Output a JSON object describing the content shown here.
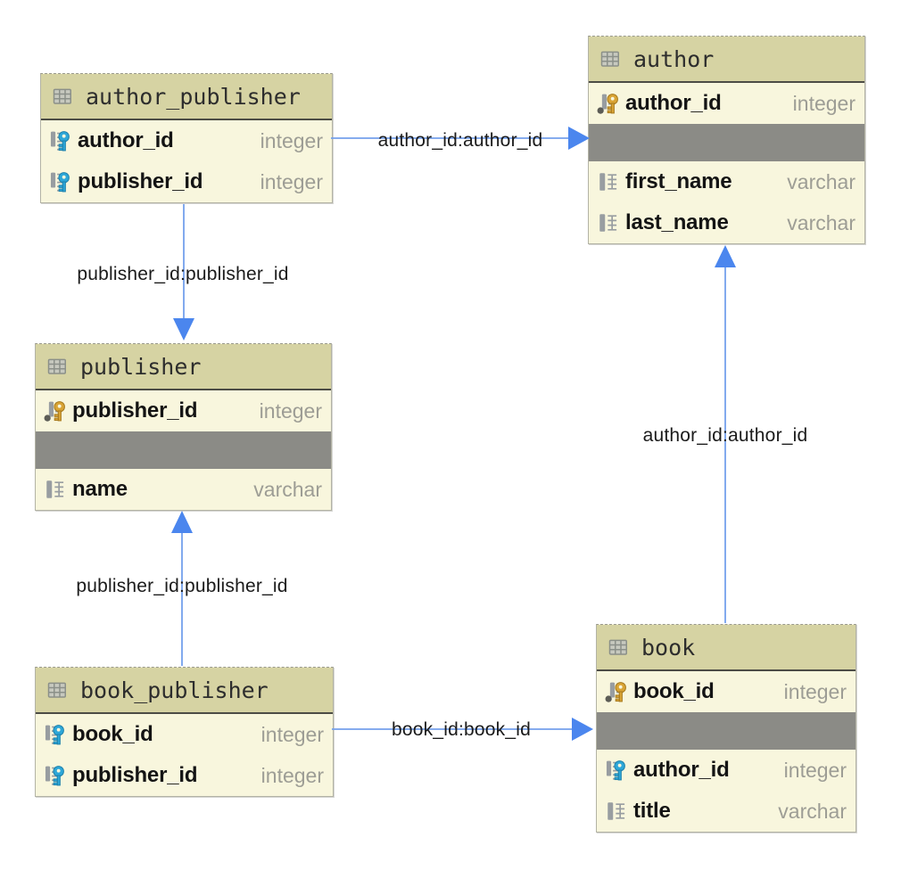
{
  "diagram": {
    "kind": "database-entity-relationship-diagram",
    "tables": [
      {
        "id": "author_publisher",
        "title": "author_publisher",
        "columns": [
          {
            "name": "author_id",
            "type": "integer",
            "icon": "foreign-key"
          },
          {
            "name": "publisher_id",
            "type": "integer",
            "icon": "foreign-key"
          }
        ]
      },
      {
        "id": "author",
        "title": "author",
        "columns": [
          {
            "name": "author_id",
            "type": "integer",
            "icon": "primary-key"
          },
          {
            "name": "first_name",
            "type": "varchar",
            "icon": "column"
          },
          {
            "name": "last_name",
            "type": "varchar",
            "icon": "column"
          }
        ]
      },
      {
        "id": "publisher",
        "title": "publisher",
        "columns": [
          {
            "name": "publisher_id",
            "type": "integer",
            "icon": "primary-key"
          },
          {
            "name": "name",
            "type": "varchar",
            "icon": "column"
          }
        ]
      },
      {
        "id": "book_publisher",
        "title": "book_publisher",
        "columns": [
          {
            "name": "book_id",
            "type": "integer",
            "icon": "foreign-key"
          },
          {
            "name": "publisher_id",
            "type": "integer",
            "icon": "foreign-key"
          }
        ]
      },
      {
        "id": "book",
        "title": "book",
        "columns": [
          {
            "name": "book_id",
            "type": "integer",
            "icon": "primary-key"
          },
          {
            "name": "author_id",
            "type": "integer",
            "icon": "foreign-key"
          },
          {
            "name": "title",
            "type": "varchar",
            "icon": "column"
          }
        ]
      }
    ],
    "relationships": [
      {
        "from": "author_publisher",
        "to": "author",
        "label": "author_id:author_id"
      },
      {
        "from": "author_publisher",
        "to": "publisher",
        "label": "publisher_id:publisher_id"
      },
      {
        "from": "book_publisher",
        "to": "publisher",
        "label": "publisher_id:publisher_id"
      },
      {
        "from": "book_publisher",
        "to": "book",
        "label": "book_id:book_id"
      },
      {
        "from": "book",
        "to": "author",
        "label": "author_id:author_id"
      }
    ]
  },
  "colors": {
    "canvas-bg": "#ffffff",
    "header-bg": "#d6d3a3",
    "body-bg": "#f8f6dd",
    "separator-band": "#8b8b86",
    "table-border": "#b3b3a5",
    "header-divider": "#4c4c45",
    "title-text": "#2d2d2d",
    "column-text": "#141414",
    "type-text": "#9d9d95",
    "label-text": "#1b1b1b",
    "arrow-line": "#74a0ec",
    "arrow-head": "#4b86ee",
    "pk-key-gold": "#d9a435",
    "fk-key-blue": "#2da7d8",
    "icon-gray": "#989da1",
    "notnull-dot": "#5c5c56"
  }
}
